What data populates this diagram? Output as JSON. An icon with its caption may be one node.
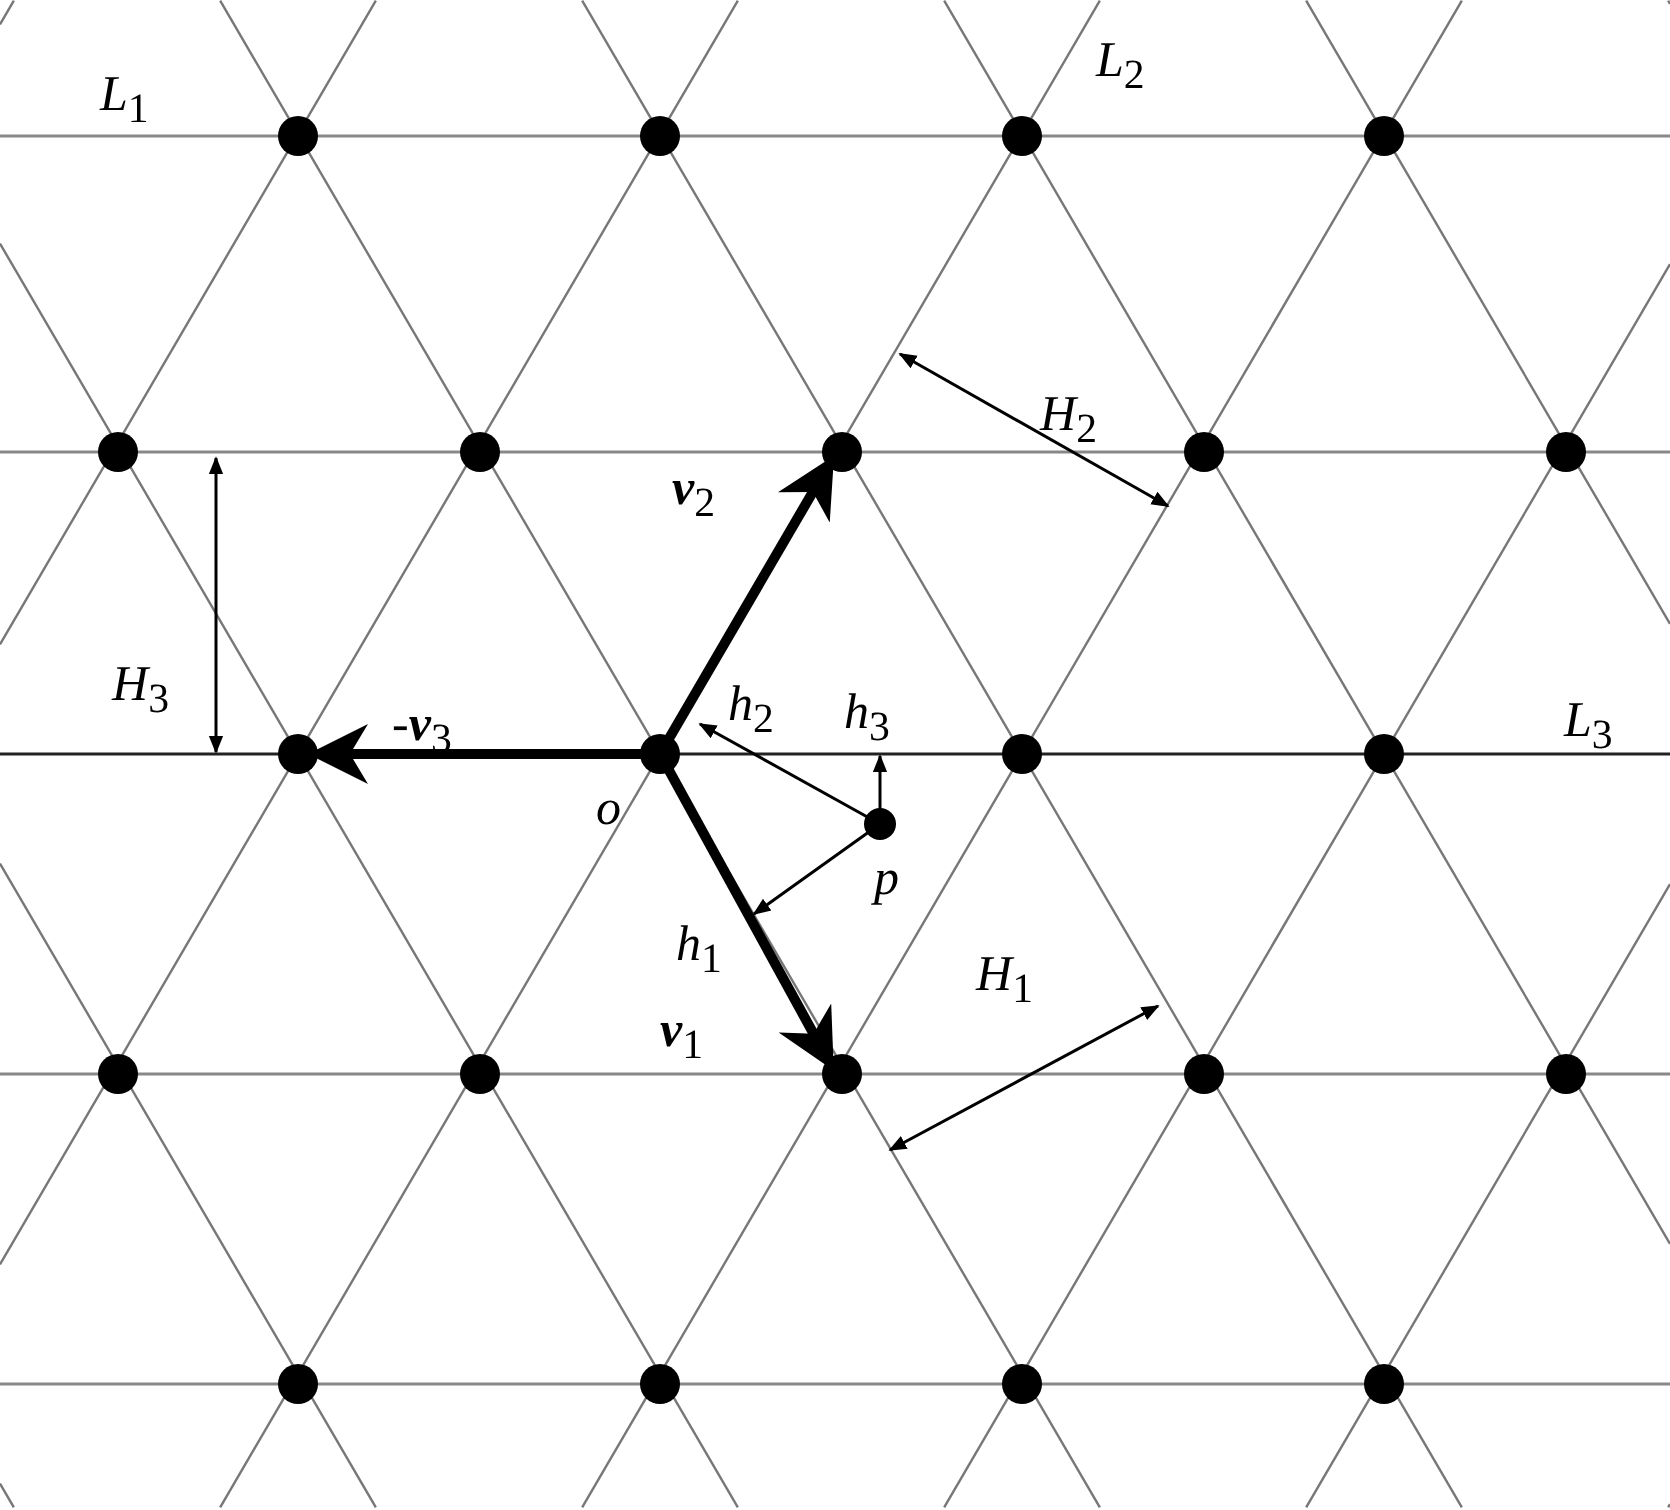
{
  "diagram": {
    "labels": [
      "*L*$_{1}$",
      "*L*$_{2}$",
      "*H*$_{2}$",
      "**v**$_{2}$",
      "*H*$_{3}$",
      "-**v**$_{3}$",
      "*h*$_{2}$",
      "*h*$_{3}$",
      "*L*$_{3}$",
      "*o*",
      "*p*",
      "*h*$_{1}$",
      "**v**$_{1}$",
      "*H*$_{1}$"
    ]
  }
}
